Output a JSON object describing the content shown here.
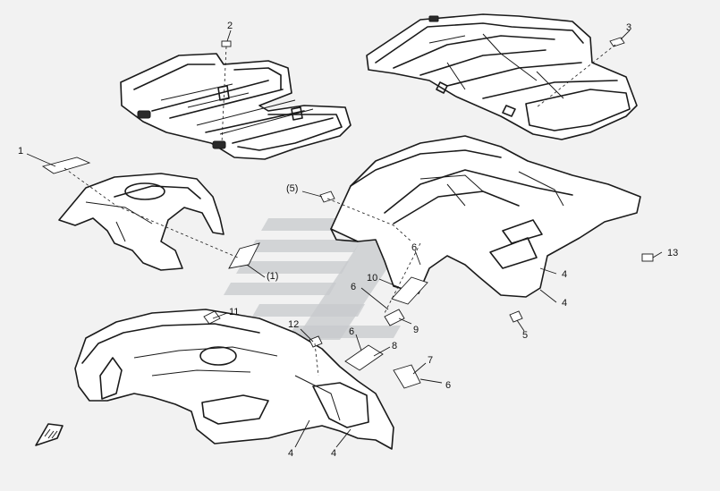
{
  "callouts": {
    "c1": "1",
    "c2": "2",
    "c3": "3",
    "c4a": "4",
    "c4b": "4",
    "c4c": "4",
    "c4d": "4",
    "c5": "5",
    "c5p": "(5)",
    "c6a": "6",
    "c6b": "6",
    "c6c": "6",
    "c6d": "6",
    "c7": "7",
    "c8": "8",
    "c9": "9",
    "c10": "10",
    "c11": "11",
    "c12": "12",
    "c13": "13",
    "c1p": "(1)"
  },
  "icons": {
    "watermark": "manufacturer-logo-watermark",
    "front_arrow": "front-direction-arrow-icon"
  }
}
